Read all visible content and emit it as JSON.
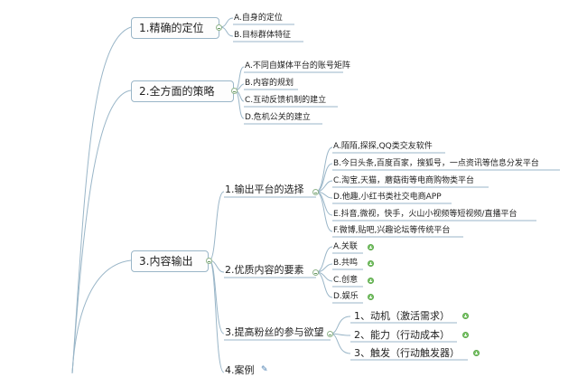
{
  "branches": [
    {
      "label": "1.精确的定位",
      "children": [
        "A.自身的定位",
        "B.目标群体特征"
      ]
    },
    {
      "label": "2.全方面的策略",
      "children": [
        "A.不同自媒体平台的账号矩阵",
        "B.内容的规划",
        "C.互动反馈机制的建立",
        "D.危机公关的建立"
      ]
    },
    {
      "label": "3.内容输出",
      "subs": [
        {
          "label": "1.输出平台的选择",
          "children": [
            "A.陌陌,探探,QQ类交友软件",
            "B.今日头条,百度百家，搜狐号，一点资讯等信息分发平台",
            "C.淘宝,天猫，蘑菇街等电商购物类平台",
            "D.他趣,小红书类社交电商APP",
            "E.抖音,微视，快手，火山小视频等短视频/直播平台",
            "F.微博,贴吧,兴趣论坛等传统平台"
          ]
        },
        {
          "label": "2.优质内容的要素",
          "children": [
            "A.关联",
            "B.共鸣",
            "C.创意",
            "D.娱乐"
          ]
        },
        {
          "label": "3.提高粉丝的参与欲望",
          "children": [
            "1、动机（激活需求）",
            "2、能力（行动成本）",
            "3、触发（行动触发器）"
          ]
        },
        {
          "label": "4.案例"
        }
      ]
    }
  ],
  "colors": {
    "line": "#9ab6c8",
    "box_border": "#9ab6c8",
    "expand": "#7cc56b"
  },
  "icons": {
    "expand": "plus-circle-icon",
    "collapse": "minus-circle-icon",
    "note": "pencil-icon"
  }
}
